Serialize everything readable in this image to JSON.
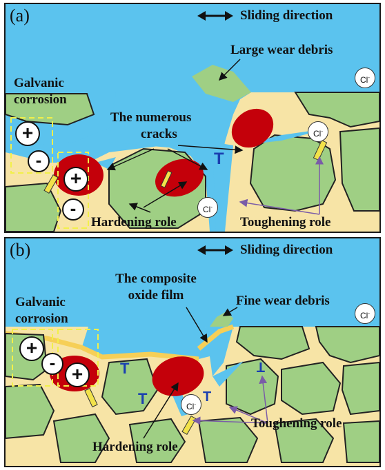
{
  "panels": [
    {
      "id": "(a)",
      "sliding_direction": "Sliding direction",
      "large_wear_debris": "Large wear debris",
      "galvanic_corrosion_1": "Galvanic",
      "galvanic_corrosion_2": "corrosion",
      "cracks_1": "The numerous",
      "cracks_2": "cracks",
      "hardening_role": "Hardening role",
      "toughening_role": "Toughening role",
      "chloride": "Cl",
      "chloride_charge": "-",
      "plus": "+",
      "minus": "-"
    },
    {
      "id": "(b)",
      "sliding_direction": "Sliding direction",
      "composite_film_1": "The composite",
      "composite_film_2": "oxide film",
      "fine_wear_debris": "Fine wear debris",
      "galvanic_corrosion_1": "Galvanic",
      "galvanic_corrosion_2": "corrosion",
      "hardening_role": "Hardening role",
      "toughening_role": "Toughening role",
      "chloride": "Cl",
      "chloride_charge": "-",
      "plus": "+",
      "minus": "-"
    }
  ],
  "colors": {
    "electrolyte": "#5bc3ee",
    "matrix_binder": "#f7e4a6",
    "grain": "#9fcf84",
    "particle": "#c4000a",
    "dashed_box": "#f2f04a",
    "pointer_arrow": "#7a5ca8",
    "dislocation": "#1a3fb0",
    "oxide_film": "#f6cf57"
  }
}
